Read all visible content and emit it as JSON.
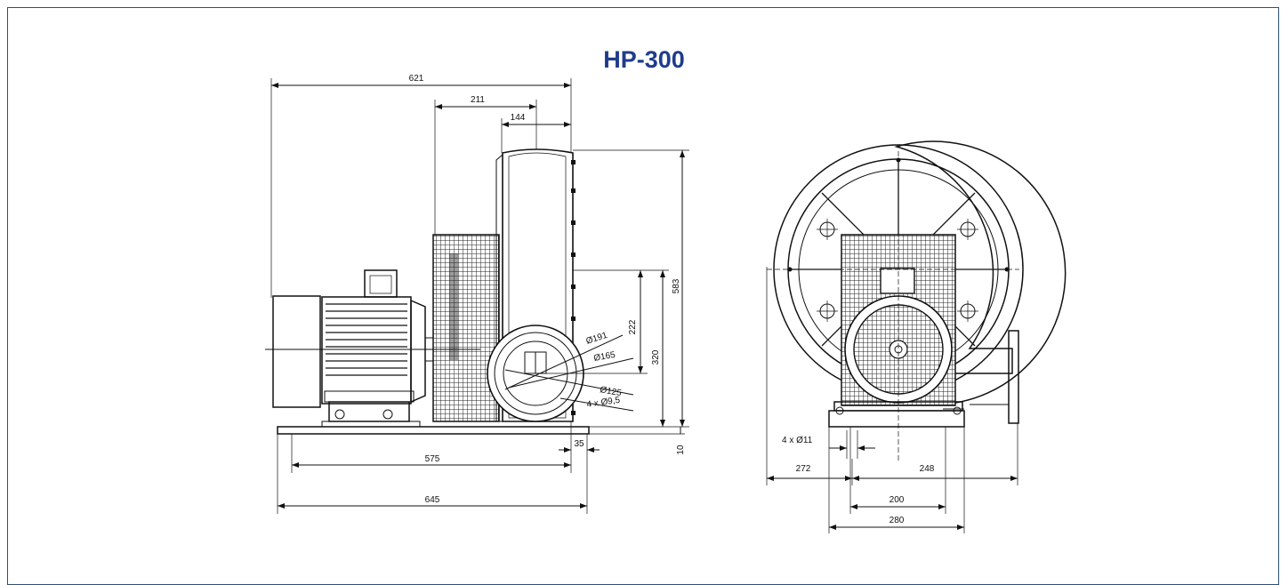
{
  "title": "HP-300",
  "side_view": {
    "dim_621": "621",
    "dim_211": "211",
    "dim_144": "144",
    "dim_583": "583",
    "dim_320": "320",
    "dim_222": "222",
    "dim_191": "Ø191",
    "dim_165": "Ø165",
    "dim_125": "Ø125",
    "dim_holes": "4 x Ø9,5",
    "dim_575": "575",
    "dim_35": "35",
    "dim_10": "10",
    "dim_645": "645"
  },
  "front_view": {
    "dim_holes": "4 x Ø11",
    "dim_272": "272",
    "dim_248": "248",
    "dim_200": "200",
    "dim_280": "280"
  }
}
